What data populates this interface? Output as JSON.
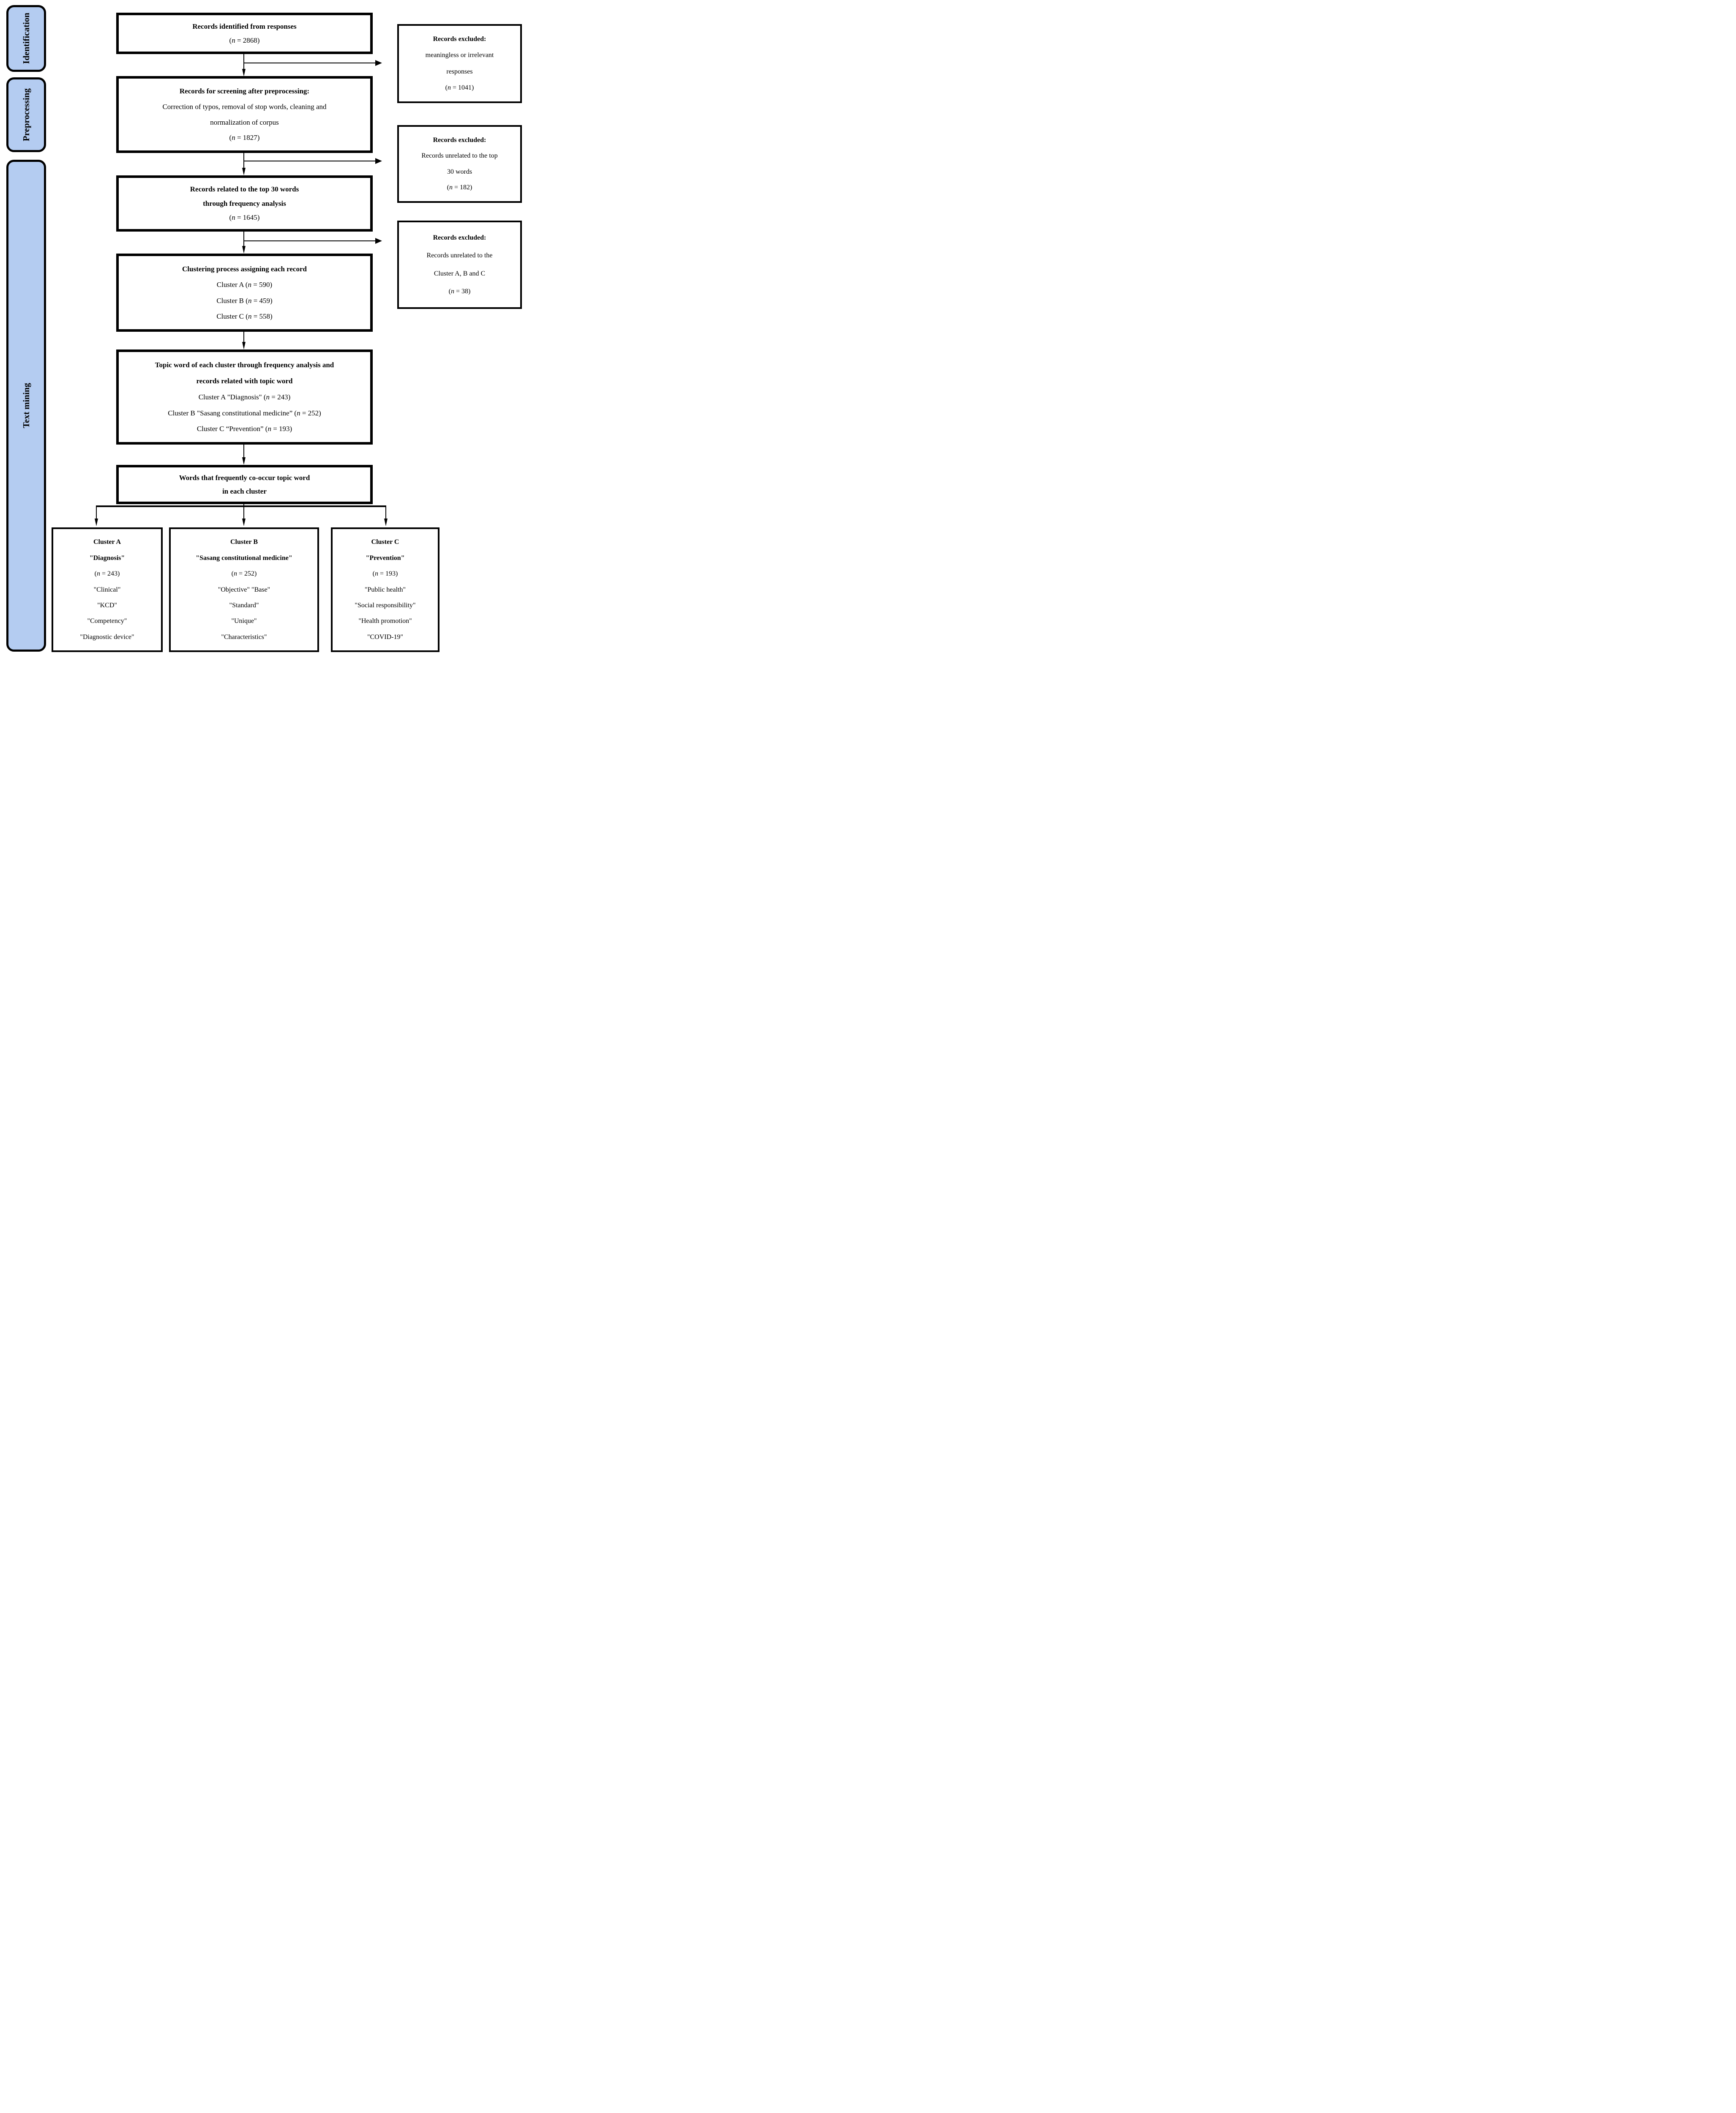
{
  "palette": {
    "stage_fill": "#B4CCF1",
    "line": "#000000"
  },
  "stages": [
    {
      "label": "Identification"
    },
    {
      "label": "Preprocessing"
    },
    {
      "label": "Text mining"
    }
  ],
  "flow_boxes": [
    {
      "key": "identified",
      "lines": [
        {
          "text": "Records identified from responses",
          "bold": true
        },
        {
          "text": "(n = 2868)",
          "bold": false
        }
      ]
    },
    {
      "key": "screening",
      "lines": [
        {
          "text": "Records for screening after preprocessing:",
          "bold": true
        },
        {
          "text": "Correction of typos, removal of stop words, cleaning and",
          "bold": false
        },
        {
          "text": "normalization of corpus",
          "bold": false
        },
        {
          "text": "(n = 1827)",
          "bold": false
        }
      ]
    },
    {
      "key": "top30",
      "lines": [
        {
          "text": "Records related to the top 30 words",
          "bold": true
        },
        {
          "text": "through frequency analysis",
          "bold": true
        },
        {
          "text": "(n = 1645)",
          "bold": false
        }
      ]
    },
    {
      "key": "clustering",
      "lines": [
        {
          "text": "Clustering process assigning each record",
          "bold": true
        },
        {
          "text": "Cluster A (n = 590)",
          "bold": false
        },
        {
          "text": "Cluster B (n = 459)",
          "bold": false
        },
        {
          "text": "Cluster C (n = 558)",
          "bold": false
        }
      ]
    },
    {
      "key": "topic-word",
      "lines": [
        {
          "text": "Topic word of each cluster through frequency analysis and",
          "bold": true
        },
        {
          "text": "records related with topic word",
          "bold": true
        },
        {
          "text": "Cluster A \"Diagnosis\" (n = 243)",
          "bold": false
        },
        {
          "text": "Cluster B \"Sasang constitutional medicine” (n = 252)",
          "bold": false
        },
        {
          "text": "Cluster C “Prevention” (n = 193)",
          "bold": false
        }
      ]
    },
    {
      "key": "cooccur",
      "lines": [
        {
          "text": "Words that frequently co-occur topic word",
          "bold": true
        },
        {
          "text": "in each cluster",
          "bold": true
        }
      ]
    }
  ],
  "excluded_boxes": [
    {
      "lines": [
        {
          "text": "Records excluded:",
          "bold": true
        },
        {
          "text": "meaningless or irrelevant",
          "bold": false
        },
        {
          "text": "responses",
          "bold": false
        },
        {
          "text": "(n = 1041)",
          "bold": false
        }
      ]
    },
    {
      "lines": [
        {
          "text": "Records excluded:",
          "bold": true
        },
        {
          "text": "Records unrelated to the top",
          "bold": false
        },
        {
          "text": "30 words",
          "bold": false
        },
        {
          "text": "(n = 182)",
          "bold": false
        }
      ]
    },
    {
      "lines": [
        {
          "text": "Records excluded:",
          "bold": true
        },
        {
          "text": "Records unrelated to the",
          "bold": false
        },
        {
          "text": "Cluster A, B and C",
          "bold": false
        },
        {
          "text": "(n = 38)",
          "bold": false
        }
      ]
    }
  ],
  "cluster_boxes": [
    {
      "lines": [
        {
          "text": "Cluster A",
          "bold": true
        },
        {
          "text": "\"Diagnosis\"",
          "bold": true
        },
        {
          "text": "(n = 243)",
          "bold": false
        },
        {
          "text": "\"Clinical\"",
          "bold": false
        },
        {
          "text": "\"KCD\"",
          "bold": false
        },
        {
          "text": "\"Competency\"",
          "bold": false
        },
        {
          "text": "\"Diagnostic device\"",
          "bold": false
        }
      ]
    },
    {
      "lines": [
        {
          "text": "Cluster B",
          "bold": true
        },
        {
          "text": "\"Sasang constitutional medicine\"",
          "bold": true
        },
        {
          "text": "(n = 252)",
          "bold": false
        },
        {
          "text": "\"Objective\" \"Base\"",
          "bold": false
        },
        {
          "text": "\"Standard\"",
          "bold": false
        },
        {
          "text": "\"Unique\"",
          "bold": false
        },
        {
          "text": "\"Characteristics\"",
          "bold": false
        }
      ]
    },
    {
      "lines": [
        {
          "text": "Cluster C",
          "bold": true
        },
        {
          "text": "\"Prevention\"",
          "bold": true
        },
        {
          "text": "(n = 193)",
          "bold": false
        },
        {
          "text": "\"Public health\"",
          "bold": false
        },
        {
          "text": "\"Social responsibility\"",
          "bold": false
        },
        {
          "text": "\"Health promotion\"",
          "bold": false
        },
        {
          "text": "\"COVID-19\"",
          "bold": false
        }
      ]
    }
  ]
}
